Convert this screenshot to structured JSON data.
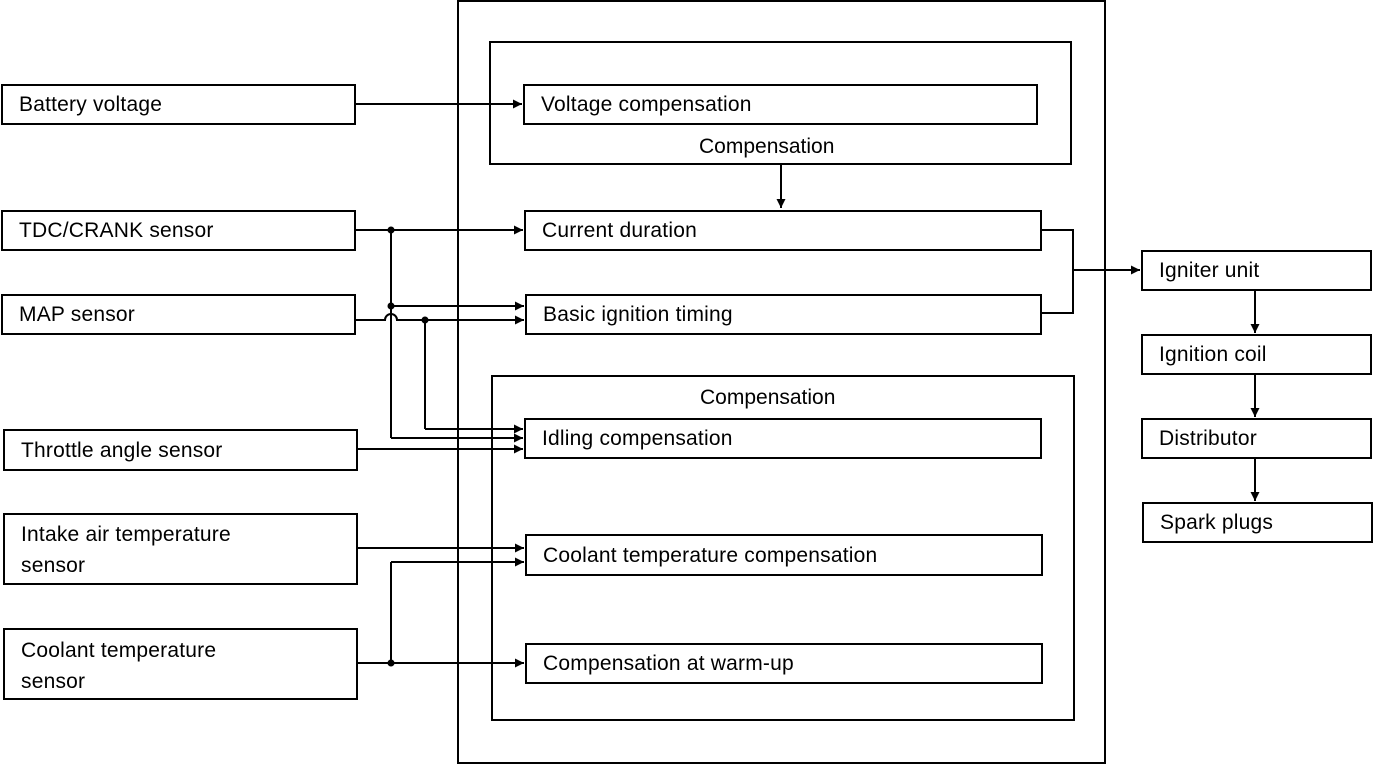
{
  "inputs": {
    "battery_voltage": "Battery voltage",
    "tdc_crank": "TDC/CRANK sensor",
    "map": "MAP sensor",
    "throttle": "Throttle angle sensor",
    "intake_air_line1": "Intake air temperature",
    "intake_air_line2": "sensor",
    "coolant_line1": "Coolant temperature",
    "coolant_line2": "sensor"
  },
  "ecu": {
    "voltage_compensation": "Voltage compensation",
    "compensation_caption_top": "Compensation",
    "current_duration": "Current duration",
    "basic_ignition_timing": "Basic ignition timing",
    "compensation_caption_lower": "Compensation",
    "idling_compensation": "Idling compensation",
    "coolant_temp_compensation": "Coolant temperature compensation",
    "compensation_warmup": "Compensation at warm-up"
  },
  "outputs": {
    "igniter_unit": "Igniter unit",
    "ignition_coil": "Ignition coil",
    "distributor": "Distributor",
    "spark_plugs": "Spark plugs"
  }
}
